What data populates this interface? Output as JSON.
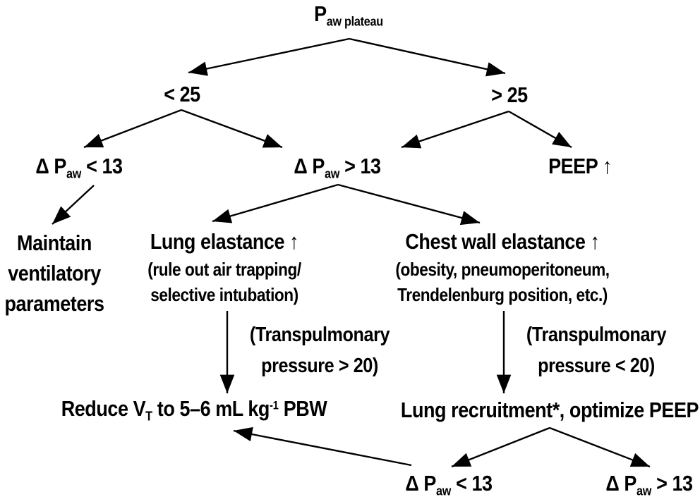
{
  "colors": {
    "background": "#ffffff",
    "text": "#000000",
    "line": "#000000"
  },
  "nodes": {
    "root": {
      "symbol": "P",
      "subscript": "aw plateau"
    },
    "branch_lt25": {
      "label": "< 25"
    },
    "branch_gt25": {
      "label": "> 25"
    },
    "delta_lt13_top": {
      "pre": "Δ P",
      "sub": "aw",
      "post": " < 13"
    },
    "delta_gt13_mid": {
      "pre": "Δ P",
      "sub": "aw",
      "post": " > 13"
    },
    "peep_up": {
      "label": "PEEP ↑"
    },
    "maintain": {
      "lines": [
        "Maintain",
        "ventilatory",
        "parameters"
      ]
    },
    "lung_elastance": {
      "title": "Lung elastance ↑",
      "notes": [
        "(rule out air trapping/",
        "selective intubation)"
      ]
    },
    "chest_wall_elastance": {
      "title": "Chest wall elastance ↑",
      "notes": [
        "(obesity, pneumoperitoneum,",
        "Trendelenburg position, etc.)"
      ]
    },
    "transpulmonary_gt20": {
      "lines": [
        "(Transpulmonary",
        "pressure > 20)"
      ]
    },
    "transpulmonary_lt20": {
      "lines": [
        "(Transpulmonary",
        "pressure < 20)"
      ]
    },
    "reduce_vt": {
      "pre": "Reduce V",
      "sub": "T",
      "mid": " to 5–6 mL kg",
      "sup": "-1",
      "post": " PBW"
    },
    "lung_recruitment": {
      "label": "Lung recruitment*, optimize PEEP"
    },
    "delta_lt13_bottom": {
      "pre": "Δ P",
      "sub": "aw",
      "post": " < 13"
    },
    "delta_gt13_bottom": {
      "pre": "Δ P",
      "sub": "aw",
      "post": " > 13"
    }
  }
}
